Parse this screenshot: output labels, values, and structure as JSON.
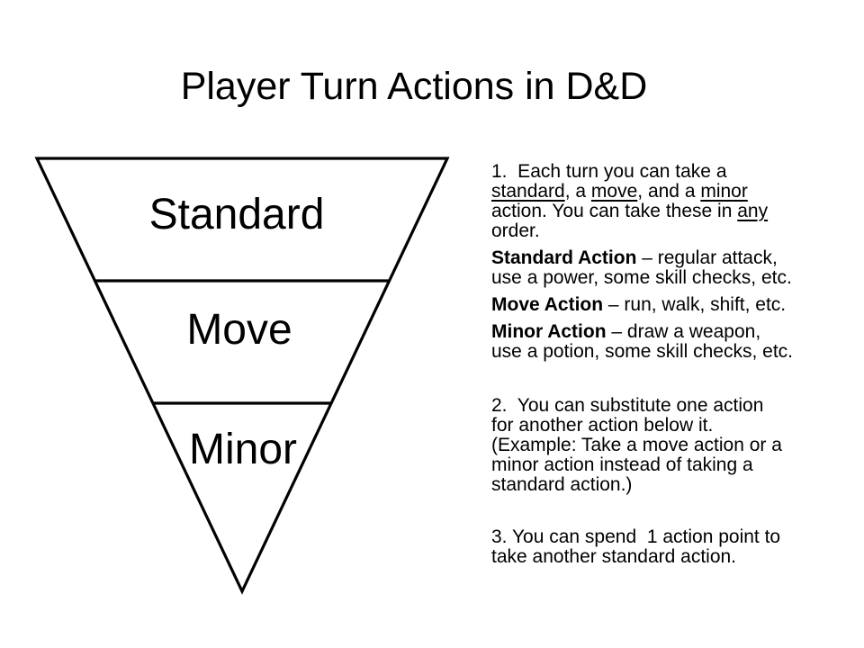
{
  "title": "Player Turn Actions in D&D",
  "colors": {
    "ink": "#000000",
    "background": "#ffffff"
  },
  "pyramid": {
    "levels": [
      {
        "label": "Standard"
      },
      {
        "label": "Move"
      },
      {
        "label": "Minor"
      }
    ]
  },
  "notes": {
    "paragraphs": [
      {
        "lines": [
          [
            {
              "s": "",
              "t": "1.  Each turn you can take a"
            }
          ],
          [
            {
              "s": "u",
              "t": "standard"
            },
            {
              "s": "",
              "t": ", a "
            },
            {
              "s": "u",
              "t": "move"
            },
            {
              "s": "",
              "t": ", and a "
            },
            {
              "s": "u",
              "t": "minor"
            }
          ],
          [
            {
              "s": "",
              "t": "action. You can take these in "
            },
            {
              "s": "u",
              "t": "any"
            }
          ],
          [
            {
              "s": "",
              "t": "order."
            }
          ]
        ]
      },
      {
        "lines": [
          [
            {
              "s": "b",
              "t": "Standard Action"
            },
            {
              "s": "",
              "t": " – regular attack,"
            }
          ],
          [
            {
              "s": "",
              "t": "use a power, some skill checks, etc."
            }
          ]
        ]
      },
      {
        "lines": [
          [
            {
              "s": "b",
              "t": "Move Action"
            },
            {
              "s": "",
              "t": " – run, walk, shift, etc."
            }
          ]
        ]
      },
      {
        "lines": [
          [
            {
              "s": "b",
              "t": "Minor Action"
            },
            {
              "s": "",
              "t": " – draw a weapon,"
            }
          ],
          [
            {
              "s": "",
              "t": "use a potion, some skill checks, etc."
            }
          ]
        ]
      },
      {
        "lines": [
          [
            {
              "s": "",
              "t": "2.  You can substitute one action"
            }
          ],
          [
            {
              "s": "",
              "t": "for another action below it."
            }
          ],
          [
            {
              "s": "",
              "t": "(Example: Take a move action or a"
            }
          ],
          [
            {
              "s": "",
              "t": "minor action instead of taking a"
            }
          ],
          [
            {
              "s": "",
              "t": "standard action.)"
            }
          ]
        ]
      },
      {
        "lines": [
          [
            {
              "s": "",
              "t": "3. You can spend  1 action point to"
            }
          ],
          [
            {
              "s": "",
              "t": "take another standard action."
            }
          ]
        ]
      }
    ]
  }
}
